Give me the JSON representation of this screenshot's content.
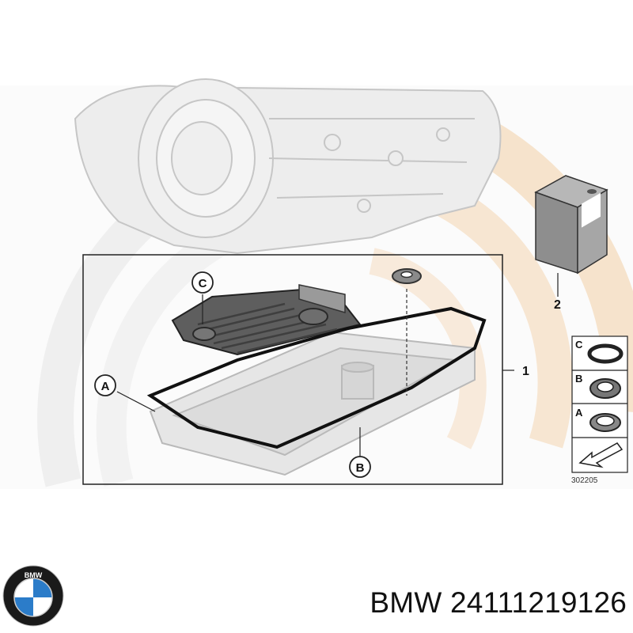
{
  "diagram": {
    "callouts": {
      "kit": "1",
      "oil_can": "2",
      "gasket_a": "A",
      "seal_b": "B",
      "filter_c": "C"
    },
    "legend": {
      "rows": [
        {
          "letter": "C"
        },
        {
          "letter": "B"
        },
        {
          "letter": "A"
        }
      ],
      "figure_number": "302205"
    }
  },
  "part": {
    "brand": "BMW",
    "number": "24111219126"
  },
  "logo": {
    "letters": "BMW",
    "colors": {
      "ring": "#1a1a1a",
      "blue": "#2b7cc9",
      "white": "#ffffff"
    }
  },
  "colors": {
    "watermark": "#f6e4cf",
    "ghost": "#c9c9c9",
    "filter": "#5e5e5e",
    "gasket": "#111111",
    "can": "#8c8c8c"
  }
}
